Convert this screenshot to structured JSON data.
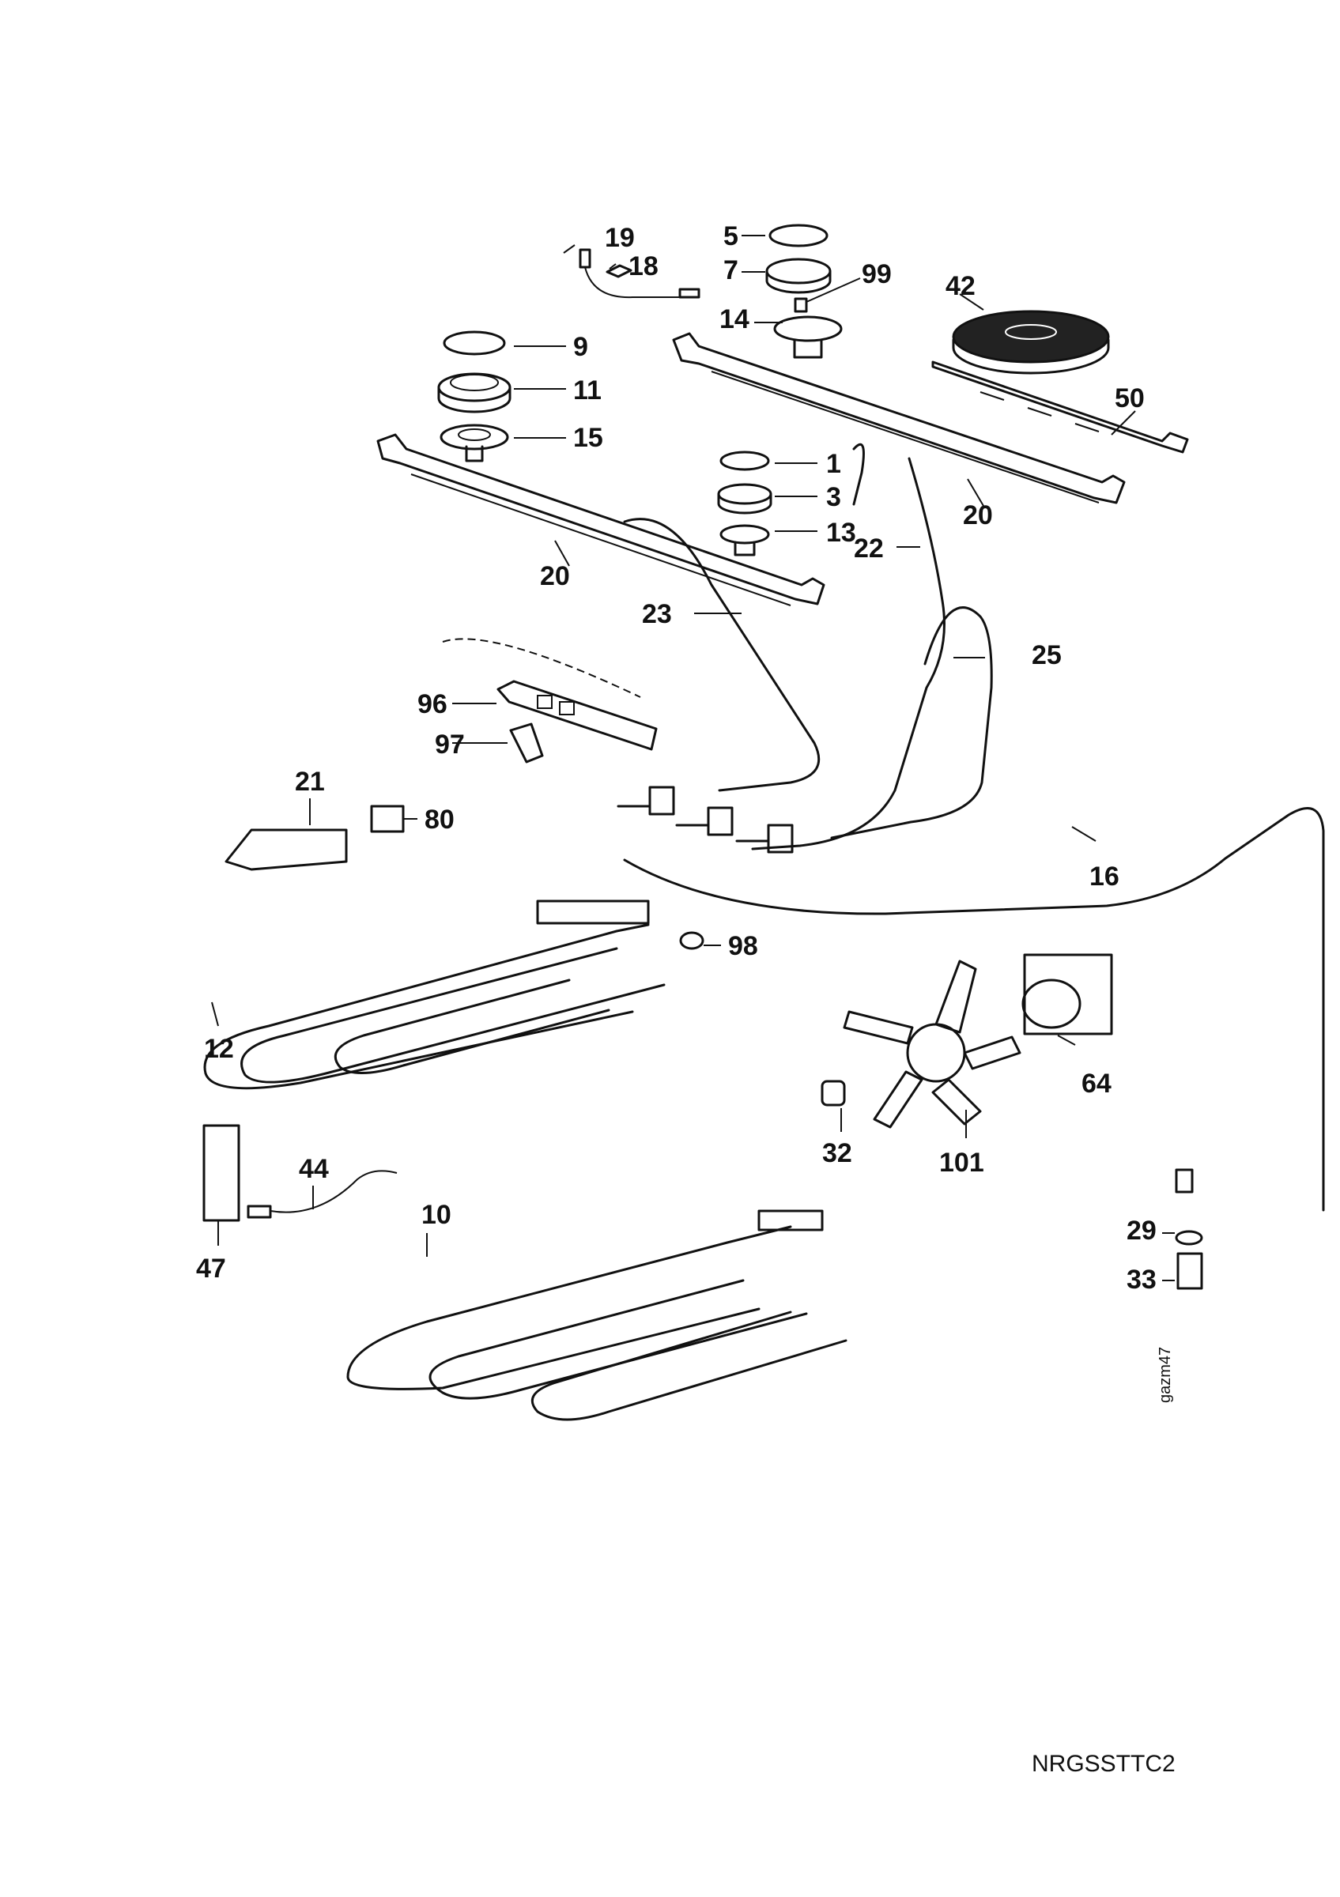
{
  "labels": {
    "p1": "1",
    "p3": "3",
    "p5": "5",
    "p7": "7",
    "p9": "9",
    "p10": "10",
    "p11": "11",
    "p12": "12",
    "p13": "13",
    "p14": "14",
    "p15": "15",
    "p16": "16",
    "p18": "18",
    "p19": "19",
    "p20a": "20",
    "p20b": "20",
    "p21": "21",
    "p22": "22",
    "p23": "23",
    "p25": "25",
    "p29": "29",
    "p32": "32",
    "p33": "33",
    "p42": "42",
    "p44": "44",
    "p47": "47",
    "p50": "50",
    "p64": "64",
    "p80": "80",
    "p96": "96",
    "p97": "97",
    "p98": "98",
    "p99": "99",
    "p101": "101"
  },
  "drawing_ref": "gazm47",
  "model_code": "NRGSSTTC2"
}
